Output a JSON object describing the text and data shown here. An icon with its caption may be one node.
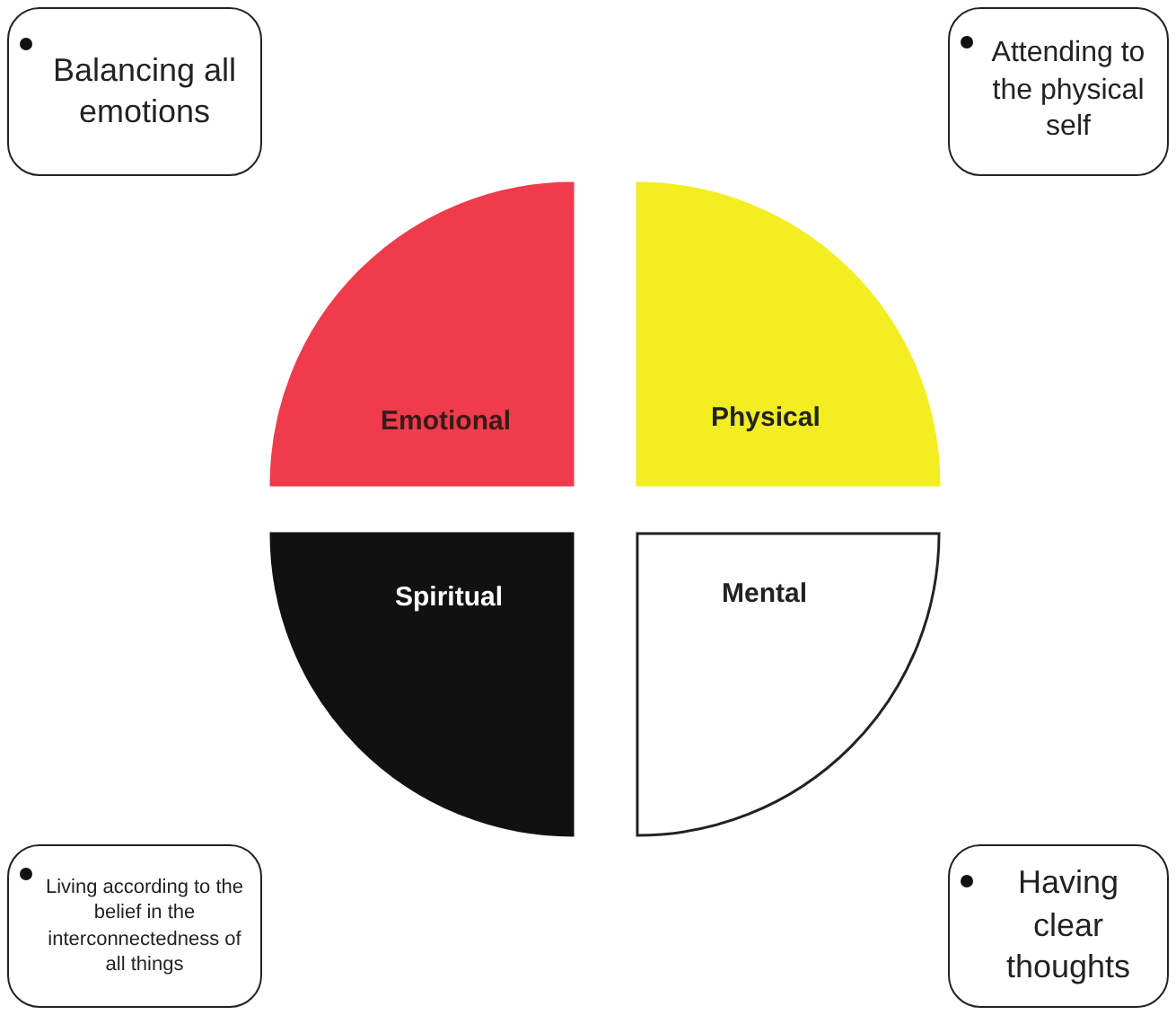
{
  "diagram": {
    "nodes": [
      {
        "text": [
          "Balancing all emotions"
        ]
      },
      {
        "text": [
          "Attending to the physical self"
        ]
      },
      {
        "text": [
          "Emotional"
        ]
      },
      {
        "text": [
          "Physical"
        ]
      },
      {
        "text": [
          "Spiritual"
        ]
      },
      {
        "text": [
          "Mental"
        ]
      },
      {
        "text": [
          "Living according to the belief in the interconnectedness of all things"
        ]
      },
      {
        "text": [
          "Having clear thoughts"
        ]
      }
    ],
    "edges": []
  }
}
